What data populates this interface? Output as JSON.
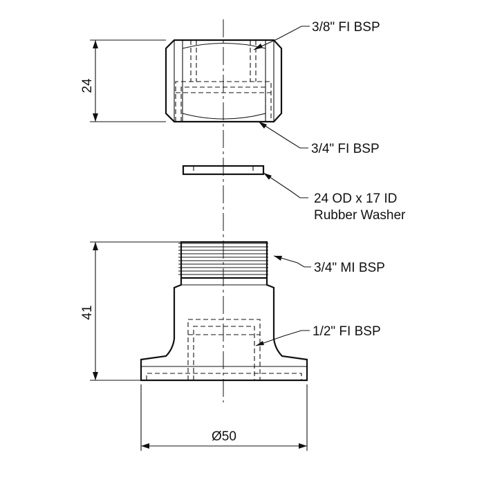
{
  "callouts": {
    "nut_top_thread": "3/8\" FI BSP",
    "nut_bottom_thread": "3/4\" FI BSP",
    "washer_line1": "24 OD x 17 ID",
    "washer_line2": "Rubber Washer",
    "body_male_thread": "3/4\" MI BSP",
    "body_female_thread": "1/2\" FI BSP"
  },
  "dimensions": {
    "nut_height": "24",
    "body_height": "41",
    "flange_diameter": "Ø50"
  }
}
